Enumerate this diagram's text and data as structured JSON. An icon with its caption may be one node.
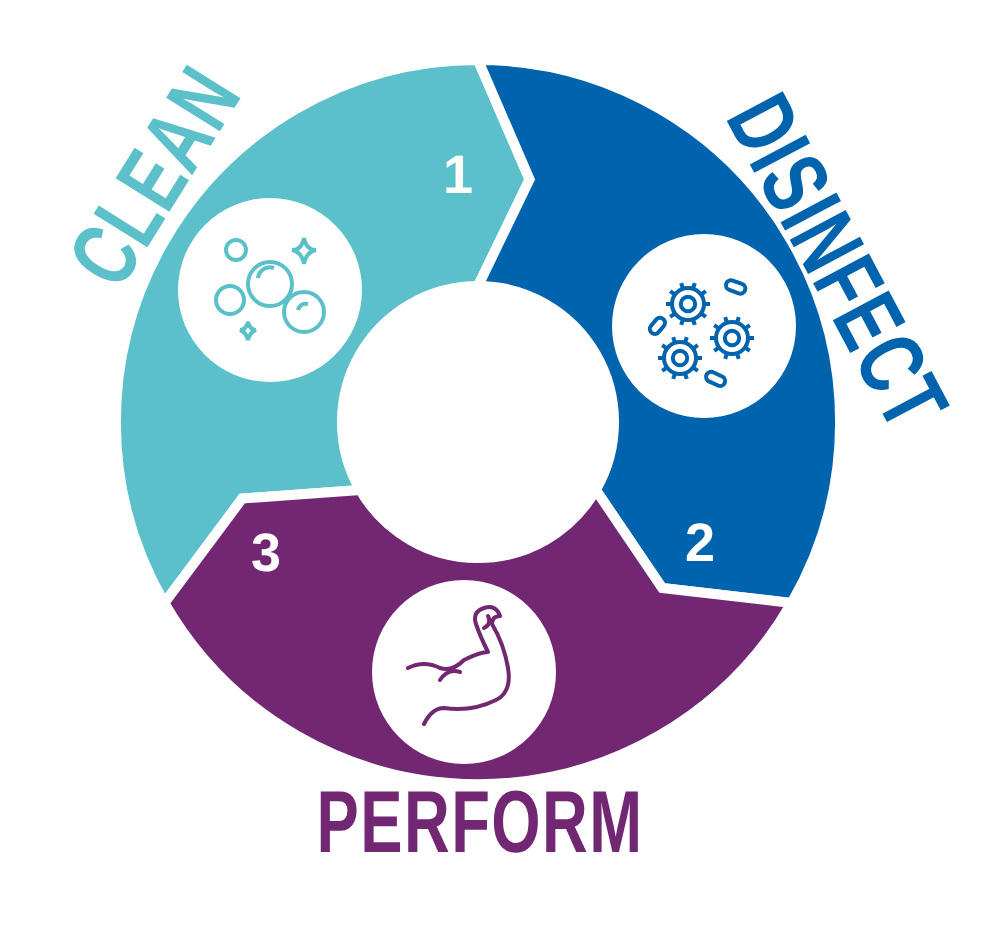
{
  "diagram": {
    "nodes": [
      {
        "text": [
          "1"
        ],
        "beside": [
          "CLEAN"
        ]
      },
      {
        "text": [
          "2"
        ],
        "beside": [
          "DISINFECT"
        ]
      },
      {
        "text": [
          "3"
        ],
        "beside": [
          "PERFORM"
        ]
      }
    ]
  }
}
